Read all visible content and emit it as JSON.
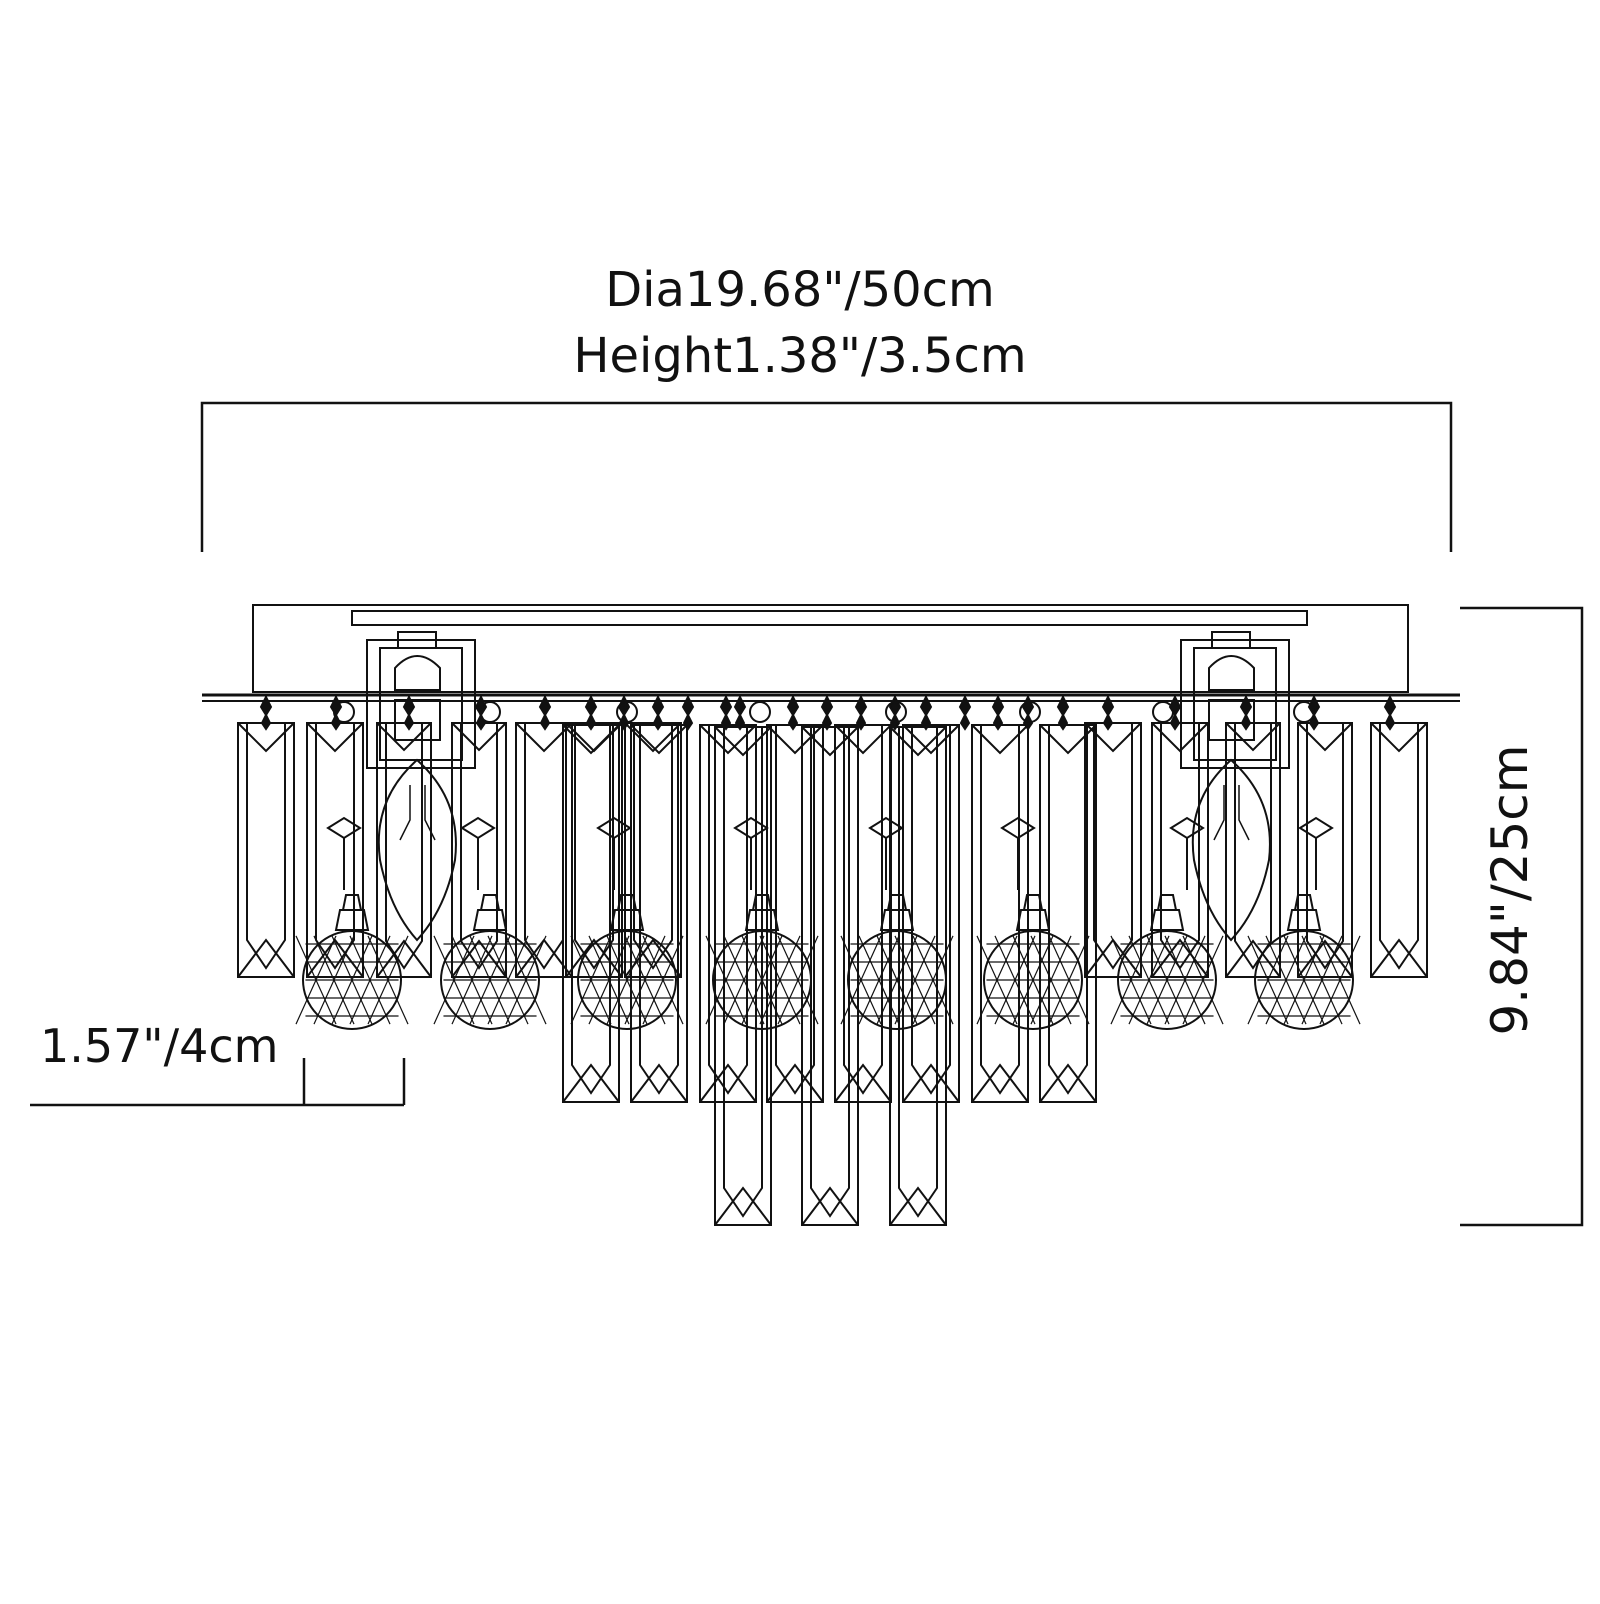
{
  "drawing": {
    "title": "Ceiling chandelier dimension drawing",
    "dimensions": {
      "diameter_label": "Dia19.68\"/50cm",
      "height_label": "Height1.38\"/3.5cm",
      "crystal_ball_label": "1.57\"/4cm",
      "total_height_label": "9.84\"/25cm"
    },
    "components": {
      "bulbs": 2,
      "crystal_balls": 8,
      "prism_rows": 3
    },
    "colors": {
      "line": "#111111",
      "background": "#ffffff"
    }
  }
}
